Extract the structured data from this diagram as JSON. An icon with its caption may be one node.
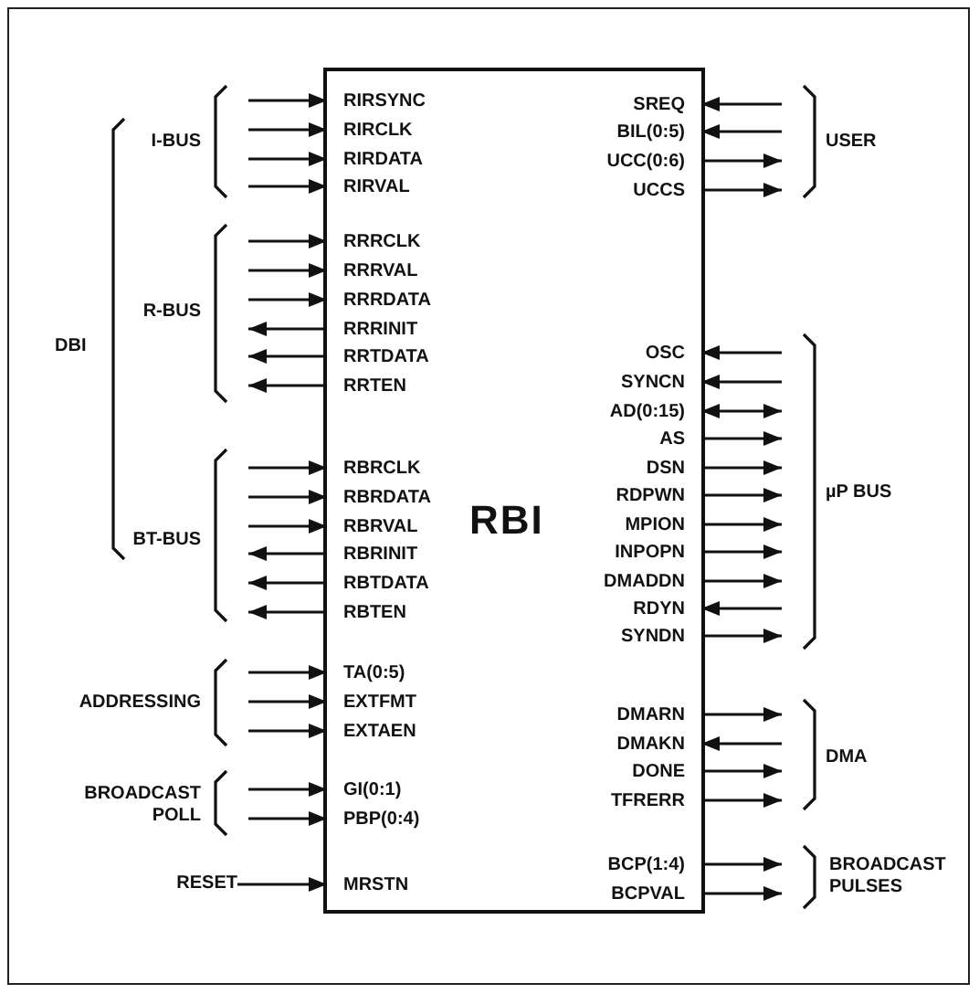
{
  "diagram": {
    "nodes": [
      {
        "text": [
          "RBI"
        ]
      },
      {
        "text": [
          "RIRSYNC"
        ],
        "in": 0
      },
      {
        "text": [
          "RIRCLK"
        ],
        "in": 0
      },
      {
        "text": [
          "RIRDATA"
        ],
        "in": 0
      },
      {
        "text": [
          "RIRVAL"
        ],
        "in": 0
      },
      {
        "text": [
          "RRRCLK"
        ],
        "in": 0
      },
      {
        "text": [
          "RRRVAL"
        ],
        "in": 0
      },
      {
        "text": [
          "RRRDATA"
        ],
        "in": 0
      },
      {
        "text": [
          "RRRINIT"
        ],
        "in": 0
      },
      {
        "text": [
          "RRTDATA"
        ],
        "in": 0
      },
      {
        "text": [
          "RRTEN"
        ],
        "in": 0
      },
      {
        "text": [
          "RBRCLK"
        ],
        "in": 0
      },
      {
        "text": [
          "RBRDATA"
        ],
        "in": 0
      },
      {
        "text": [
          "RBRVAL"
        ],
        "in": 0
      },
      {
        "text": [
          "RBRINIT"
        ],
        "in": 0
      },
      {
        "text": [
          "RBTDATA"
        ],
        "in": 0
      },
      {
        "text": [
          "RBTEN"
        ],
        "in": 0
      },
      {
        "text": [
          "TA(0:5)"
        ],
        "in": 0
      },
      {
        "text": [
          "EXTFMT"
        ],
        "in": 0
      },
      {
        "text": [
          "EXTAEN"
        ],
        "in": 0
      },
      {
        "text": [
          "GI(0:1)"
        ],
        "in": 0
      },
      {
        "text": [
          "PBP(0:4)"
        ],
        "in": 0
      },
      {
        "text": [
          "MRSTN"
        ],
        "in": 0
      },
      {
        "text": [
          "SREQ"
        ],
        "in": 0
      },
      {
        "text": [
          "BIL(0:5)"
        ],
        "in": 0
      },
      {
        "text": [
          "UCC(0:6)"
        ],
        "in": 0
      },
      {
        "text": [
          "UCCS"
        ],
        "in": 0
      },
      {
        "text": [
          "OSC"
        ],
        "in": 0
      },
      {
        "text": [
          "SYNCN"
        ],
        "in": 0
      },
      {
        "text": [
          "AD(0:15)"
        ],
        "in": 0
      },
      {
        "text": [
          "AS"
        ],
        "in": 0
      },
      {
        "text": [
          "DSN"
        ],
        "in": 0
      },
      {
        "text": [
          "RDPWN"
        ],
        "in": 0
      },
      {
        "text": [
          "MPION"
        ],
        "in": 0
      },
      {
        "text": [
          "INPOPN"
        ],
        "in": 0
      },
      {
        "text": [
          "DMADDN"
        ],
        "in": 0
      },
      {
        "text": [
          "RDYN"
        ],
        "in": 0
      },
      {
        "text": [
          "SYNDN"
        ],
        "in": 0
      },
      {
        "text": [
          "DMARN"
        ],
        "in": 0
      },
      {
        "text": [
          "DMAKN"
        ],
        "in": 0
      },
      {
        "text": [
          "DONE"
        ],
        "in": 0
      },
      {
        "text": [
          "TFRERR"
        ],
        "in": 0
      },
      {
        "text": [
          "BCP(1:4)"
        ],
        "in": 0
      },
      {
        "text": [
          "BCPVAL"
        ],
        "in": 0
      },
      {
        "text": [
          "RESET"
        ]
      }
    ],
    "edges": [
      {
        "from": null,
        "to": 1,
        "arrow": "to"
      },
      {
        "from": null,
        "to": 2,
        "arrow": "to"
      },
      {
        "from": null,
        "to": 3,
        "arrow": "to"
      },
      {
        "from": null,
        "to": 4,
        "arrow": "to"
      },
      {
        "from": null,
        "to": 5,
        "arrow": "to"
      },
      {
        "from": null,
        "to": 6,
        "arrow": "to"
      },
      {
        "from": null,
        "to": 7,
        "arrow": "to"
      },
      {
        "from": 8,
        "to": null,
        "arrow": "to"
      },
      {
        "from": 9,
        "to": null,
        "arrow": "to"
      },
      {
        "from": 10,
        "to": null,
        "arrow": "to"
      },
      {
        "from": null,
        "to": 11,
        "arrow": "to"
      },
      {
        "from": null,
        "to": 12,
        "arrow": "to"
      },
      {
        "from": null,
        "to": 13,
        "arrow": "to"
      },
      {
        "from": 14,
        "to": null,
        "arrow": "to"
      },
      {
        "from": 15,
        "to": null,
        "arrow": "to"
      },
      {
        "from": 16,
        "to": null,
        "arrow": "to"
      },
      {
        "from": null,
        "to": 17,
        "arrow": "to"
      },
      {
        "from": null,
        "to": 18,
        "arrow": "to"
      },
      {
        "from": null,
        "to": 19,
        "arrow": "to"
      },
      {
        "from": null,
        "to": 20,
        "arrow": "to"
      },
      {
        "from": null,
        "to": 21,
        "arrow": "to"
      },
      {
        "from": 44,
        "to": 22,
        "arrow": "to"
      },
      {
        "from": null,
        "to": 23,
        "arrow": "to"
      },
      {
        "from": null,
        "to": 24,
        "arrow": "to"
      },
      {
        "from": 25,
        "to": null,
        "arrow": "to"
      },
      {
        "from": 26,
        "to": null,
        "arrow": "to"
      },
      {
        "from": null,
        "to": 27,
        "arrow": "to"
      },
      {
        "from": null,
        "to": 28,
        "arrow": "to"
      },
      {
        "from": 29,
        "to": null,
        "arrow": "both"
      },
      {
        "from": 30,
        "to": null,
        "arrow": "to"
      },
      {
        "from": 31,
        "to": null,
        "arrow": "to"
      },
      {
        "from": 32,
        "to": null,
        "arrow": "to"
      },
      {
        "from": 33,
        "to": null,
        "arrow": "to"
      },
      {
        "from": 34,
        "to": null,
        "arrow": "to"
      },
      {
        "from": 35,
        "to": null,
        "arrow": "to"
      },
      {
        "from": null,
        "to": 36,
        "arrow": "to"
      },
      {
        "from": 37,
        "to": null,
        "arrow": "to"
      },
      {
        "from": 38,
        "to": null,
        "arrow": "to"
      },
      {
        "from": null,
        "to": 39,
        "arrow": "to"
      },
      {
        "from": 40,
        "to": null,
        "arrow": "to"
      },
      {
        "from": 41,
        "to": null,
        "arrow": "to"
      },
      {
        "from": 42,
        "to": null,
        "arrow": "to"
      },
      {
        "from": 43,
        "to": null,
        "arrow": "to"
      }
    ],
    "labels": [
      "I-BUS",
      "USER",
      "R-BUS",
      "DBI",
      "µP BUS",
      "BT-BUS",
      "ADDRESSING",
      "DMA",
      "BROADCAST POLL",
      "BROADCAST PULSES"
    ]
  }
}
